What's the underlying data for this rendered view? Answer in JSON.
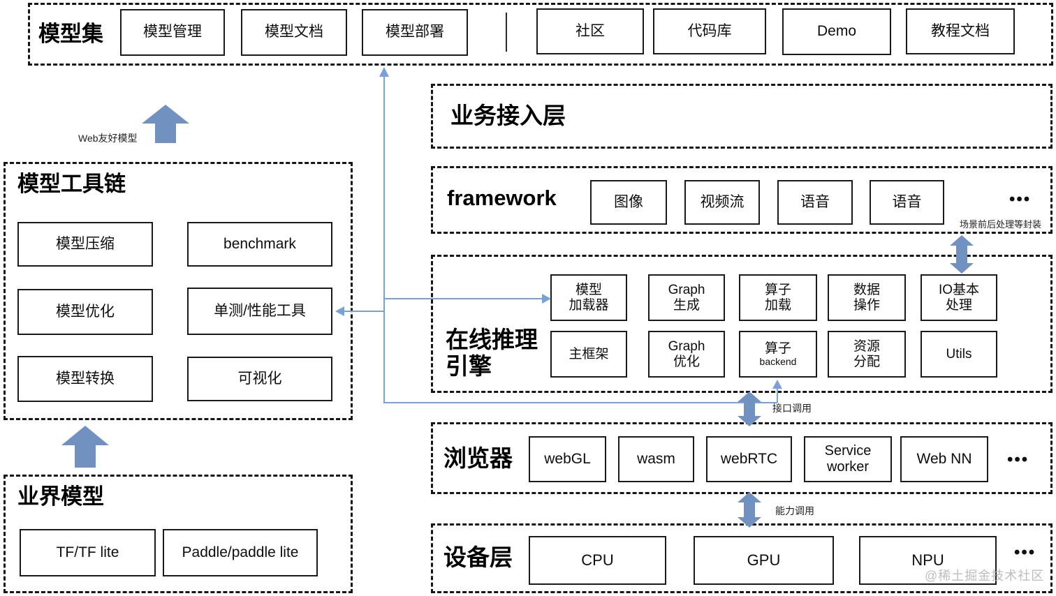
{
  "colors": {
    "block_arrow_blue": "#7191c1",
    "thin_line_blue": "#7ba0d8",
    "border_black": "#1a1a1a",
    "watermark_gray": "#b9b9b9"
  },
  "model_hub": {
    "title": "模型集",
    "boxes": [
      "模型管理",
      "模型文档",
      "模型部署"
    ],
    "right_boxes": [
      "社区",
      "代码库",
      "Demo",
      "教程文档"
    ]
  },
  "toolchain": {
    "title": "模型工具链",
    "boxes": [
      "模型压缩",
      "benchmark",
      "模型优化",
      "单测/性能工具",
      "模型转换",
      "可视化"
    ]
  },
  "industry_models": {
    "title": "业界模型",
    "boxes": [
      "TF/TF lite",
      "Paddle/paddle lite"
    ]
  },
  "business_layer": {
    "title": "业务接入层"
  },
  "framework_layer": {
    "title": "framework",
    "boxes": [
      "图像",
      "视频流",
      "语音",
      "语音"
    ],
    "ellipsis": "•••",
    "note": "场景前后处理等封装"
  },
  "inference_engine": {
    "title": "在线推理\n引擎",
    "row1": [
      "模型\n加载器",
      "Graph\n生成",
      "算子\n加载",
      "数据\n操作",
      "IO基本\n处理"
    ],
    "row2": [
      {
        "label": "主框架"
      },
      {
        "label": "Graph\n优化"
      },
      {
        "label": "算子",
        "sub": "backend"
      },
      {
        "label": "资源\n分配"
      },
      {
        "label": "Utils"
      }
    ]
  },
  "browser_layer": {
    "title": "浏览器",
    "boxes": [
      "webGL",
      "wasm",
      "webRTC",
      "Service\nworker",
      "Web NN"
    ],
    "ellipsis": "•••"
  },
  "device_layer": {
    "title": "设备层",
    "boxes": [
      "CPU",
      "GPU",
      "NPU"
    ],
    "ellipsis": "•••"
  },
  "flow_labels": {
    "web_friendly_model": "Web友好模型",
    "api_call": "接口调用",
    "capability_call": "能力调用"
  },
  "watermark": "@稀土掘金技术社区"
}
